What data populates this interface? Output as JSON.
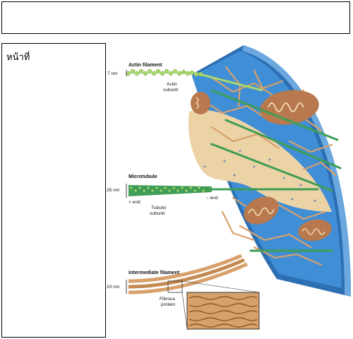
{
  "header": {
    "text": ""
  },
  "left_panel": {
    "page_label": "หน้าที่"
  },
  "figure": {
    "actin": {
      "title": "Actin filament",
      "size": "7 nm",
      "subunit": "Actin\nsubunit"
    },
    "microtubule": {
      "title": "Microtubule",
      "size": "25 nm",
      "plus_end": "+ end",
      "minus_end": "– end",
      "subunit": "Tubulin\nsubunit"
    },
    "intermediate": {
      "title": "Intermediate filament",
      "size": "10 nm",
      "protein": "Fibrous\nprotein"
    },
    "colors": {
      "membrane": "#2d6fb3",
      "cytosol": "#3f8ed6",
      "nucleus": "#ecd3a6",
      "mitochondria": "#b7794d",
      "actin": "#a8d86a",
      "microtubule": "#3f9d55",
      "intermediate": "#d8a06a"
    }
  }
}
